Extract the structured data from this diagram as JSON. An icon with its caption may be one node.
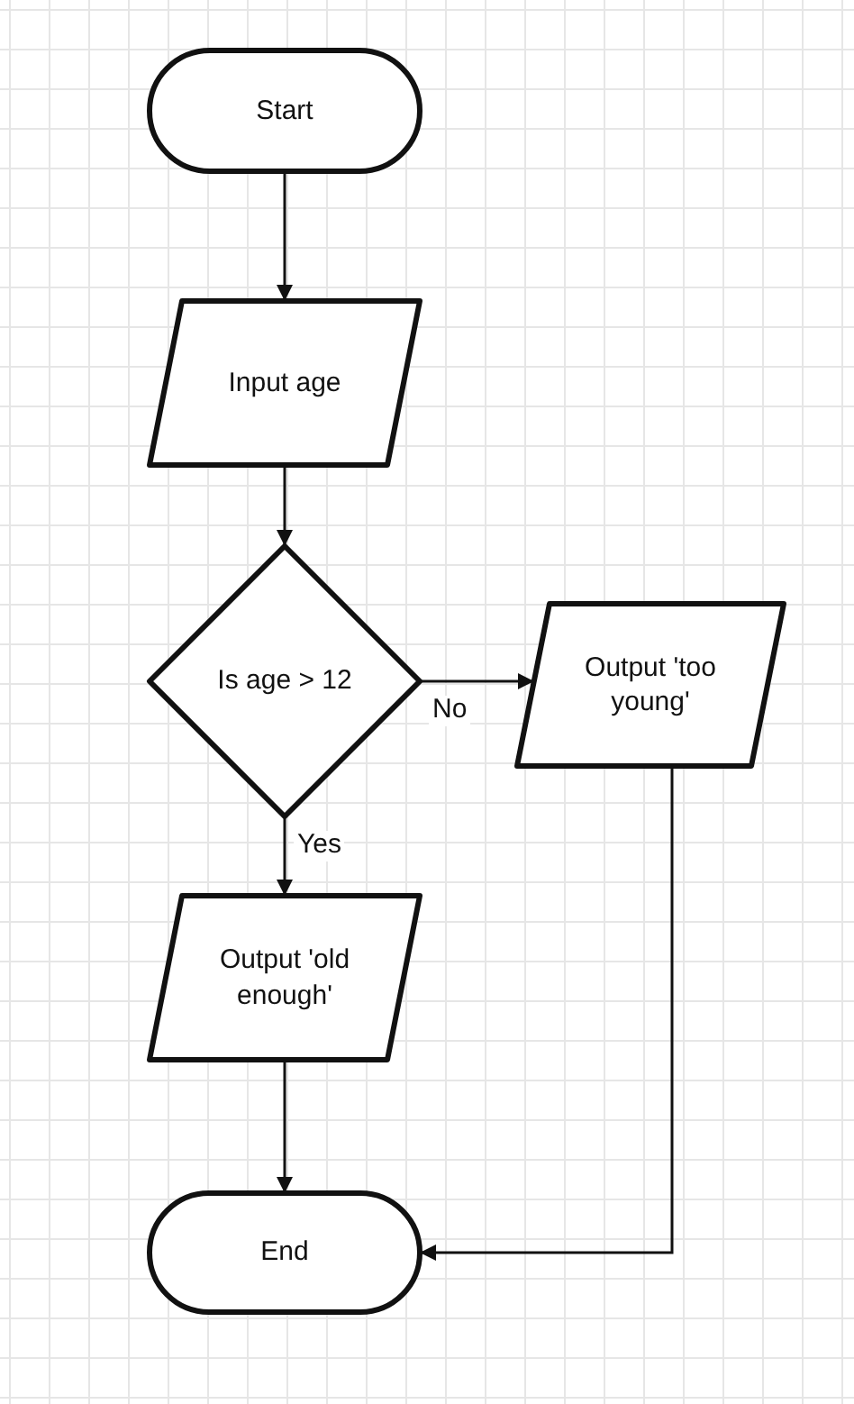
{
  "diagram": {
    "nodes": [
      {
        "text": [
          "Start"
        ]
      },
      {
        "text": [
          "Input age"
        ]
      },
      {
        "text": [
          "Is age > 12"
        ]
      },
      {
        "text": [
          "Output 'too young'"
        ]
      },
      {
        "text": [
          "Output 'old enough'"
        ]
      },
      {
        "text": [
          "End"
        ]
      }
    ],
    "edges": [
      {
        "from": 0,
        "to": 1,
        "arrow": "to"
      },
      {
        "from": 1,
        "to": 2,
        "arrow": "to"
      },
      {
        "from": 2,
        "to": 3,
        "arrow": "to",
        "label": "No"
      },
      {
        "from": 2,
        "to": 4,
        "arrow": "to",
        "label": "Yes"
      },
      {
        "from": 4,
        "to": 5,
        "arrow": "to"
      },
      {
        "from": 3,
        "to": 5,
        "arrow": "to"
      }
    ]
  }
}
